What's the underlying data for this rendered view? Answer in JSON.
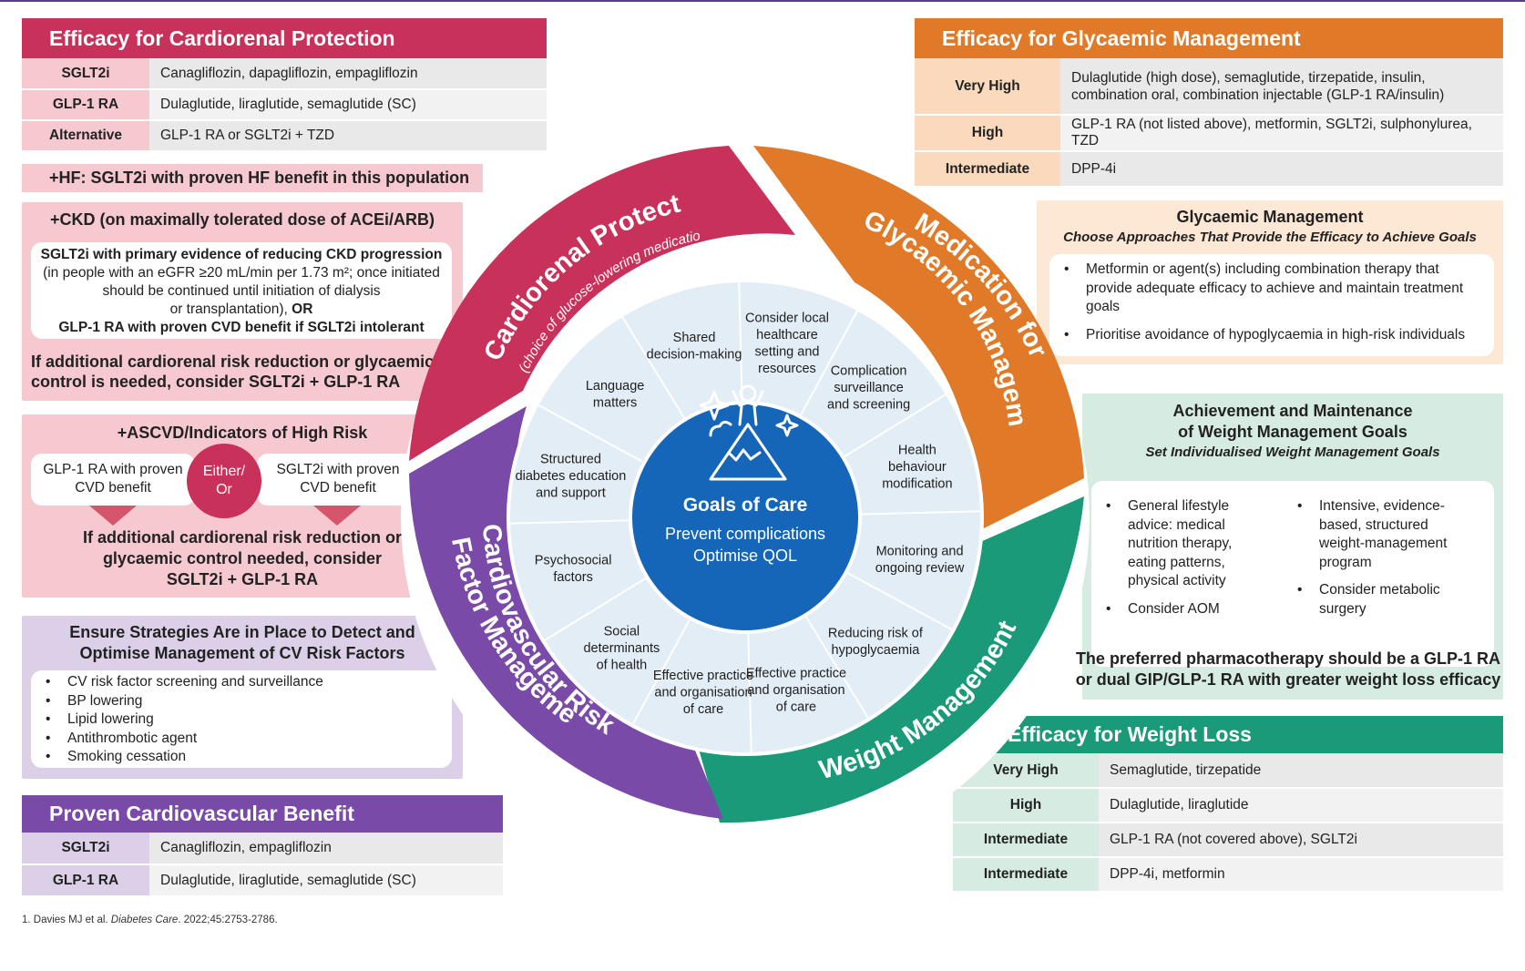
{
  "colors": {
    "cardiorenal": "#c8325a",
    "glycaemic": "#e07a28",
    "weight": "#1a9a78",
    "cv": "#7a4aa8",
    "center": "#1565b8",
    "sector_bg": "#e3edf6"
  },
  "cardiorenal": {
    "title": "Efficacy for Cardiorenal Protection",
    "rows": [
      {
        "k": "SGLT2i",
        "v": "Canagliflozin, dapagliflozin, empagliflozin"
      },
      {
        "k": "GLP-1 RA",
        "v": "Dulaglutide, liraglutide, semaglutide (SC)"
      },
      {
        "k": "Alternative",
        "v": "GLP-1 RA or SGLT2i + TZD"
      }
    ],
    "hf": "+HF: SGLT2i with proven HF benefit in this population",
    "ckd_title": "+CKD (on maximally tolerated dose of ACEi/ARB)",
    "ckd_lead": "SGLT2i with primary evidence of reducing CKD progression",
    "ckd_l1": "(in people with an eGFR ≥20 mL/min per 1.73 m²; once initiated",
    "ckd_l2": "should be continued until initiation of dialysis",
    "ckd_l3a": "or transplantation),",
    "ckd_l3b": "OR",
    "ckd_l4": "GLP-1 RA with proven CVD benefit if SGLT2i intolerant",
    "ckd_more_l1": "If additional cardiorenal risk reduction or glycaemic",
    "ckd_more_l2": "control is needed, consider SGLT2i + GLP-1 RA",
    "ascvd_title": "+ASCVD/Indicators of High Risk",
    "ascvd_left_l1": "GLP-1 RA with proven",
    "ascvd_left_l2": "CVD benefit",
    "either_l1": "Either/",
    "either_l2": "Or",
    "ascvd_right_l1": "SGLT2i with proven",
    "ascvd_right_l2": "CVD benefit",
    "ascvd_more_l1": "If additional cardiorenal risk reduction or",
    "ascvd_more_l2": "glycaemic control needed, consider",
    "ascvd_more_l3": "SGLT2i + GLP-1 RA"
  },
  "cvrisk": {
    "title_l1": "Ensure Strategies Are in Place to Detect and",
    "title_l2": "Optimise Management of CV Risk Factors",
    "items": [
      "CV risk factor screening and surveillance",
      "BP lowering",
      "Lipid lowering",
      "Antithrombotic agent",
      "Smoking cessation"
    ]
  },
  "proven_cv": {
    "title": "Proven Cardiovascular Benefit",
    "rows": [
      {
        "k": "SGLT2i",
        "v": "Canagliflozin, empagliflozin"
      },
      {
        "k": "GLP-1 RA",
        "v": "Dulaglutide, liraglutide, semaglutide (SC)"
      }
    ]
  },
  "footnote": {
    "a": "1. Davies MJ et al. ",
    "b": "Diabetes Care",
    "c": ". 2022;45:2753-2786."
  },
  "glycaemic": {
    "title": "Efficacy for Glycaemic Management",
    "rows": [
      {
        "k": "Very High",
        "v1": "Dulaglutide (high dose), semaglutide, tirzepatide, insulin,",
        "v2": "combination oral, combination injectable (GLP-1 RA/insulin)"
      },
      {
        "k": "High",
        "v1": "GLP-1 RA (not listed above), metformin, SGLT2i, sulphonylurea, TZD",
        "v2": ""
      },
      {
        "k": "Intermediate",
        "v1": "DPP-4i",
        "v2": ""
      }
    ],
    "mgmt_title": "Glycaemic Management",
    "mgmt_sub": "Choose Approaches That Provide the Efficacy to Achieve Goals",
    "mgmt_items": [
      "Metformin or agent(s) including combination therapy that provide adequate efficacy to achieve and maintain treatment goals",
      "Prioritise avoidance of hypoglycaemia in high-risk individuals"
    ]
  },
  "weightgoals": {
    "title_l1": "Achievement and Maintenance",
    "title_l2": "of Weight Management Goals",
    "sub": "Set Individualised Weight Management Goals",
    "left": [
      "General lifestyle advice: medical nutrition therapy, eating patterns, physical activity",
      "Consider AOM"
    ],
    "right": [
      "Intensive, evidence-based, structured weight-management program",
      "Consider metabolic surgery"
    ],
    "pref_l1": "The preferred pharmacotherapy should be a GLP-1 RA",
    "pref_l2": "or dual GIP/GLP-1 RA with greater weight loss efficacy"
  },
  "weightloss": {
    "title": "Efficacy for Weight Loss",
    "rows": [
      {
        "k": "Very High",
        "v": "Semaglutide, tirzepatide"
      },
      {
        "k": "High",
        "v": "Dulaglutide, liraglutide"
      },
      {
        "k": "Intermediate",
        "v": "GLP-1 RA (not covered above), SGLT2i"
      },
      {
        "k": "Intermediate",
        "v": "DPP-4i, metformin"
      }
    ]
  },
  "wheel": {
    "cardiorenal": "Cardiorenal Protection",
    "cardiorenal_sub": "(choice of glucose-lowering medications)",
    "glyc_l1": "Medication for",
    "glyc_l2": "Glycaemic Management",
    "weight": "Weight Management",
    "cv_l1": "Cardiovascular Risk",
    "cv_l2": "Factor Management",
    "center_title": "Goals of Care",
    "center_l1": "Prevent complications",
    "center_l2": "Optimise QOL",
    "sectors": [
      [
        "Consider local",
        "healthcare",
        "setting and",
        "resources"
      ],
      [
        "Complication",
        "surveillance",
        "and screening"
      ],
      [
        "Health",
        "behaviour",
        "modification"
      ],
      [
        "Monitoring and",
        "ongoing review"
      ],
      [
        "Reducing risk of",
        "hypoglycaemia"
      ],
      [
        "Effective practice",
        "and organisation",
        "of care"
      ],
      [
        "Effective practice",
        "and organisation",
        "of care"
      ],
      [
        "Social",
        "determinants",
        "of health"
      ],
      [
        "Psychosocial",
        "factors"
      ],
      [
        "Structured",
        "diabetes education",
        "and support"
      ],
      [
        "Language",
        "matters"
      ],
      [
        "Shared",
        "decision-making"
      ]
    ]
  }
}
